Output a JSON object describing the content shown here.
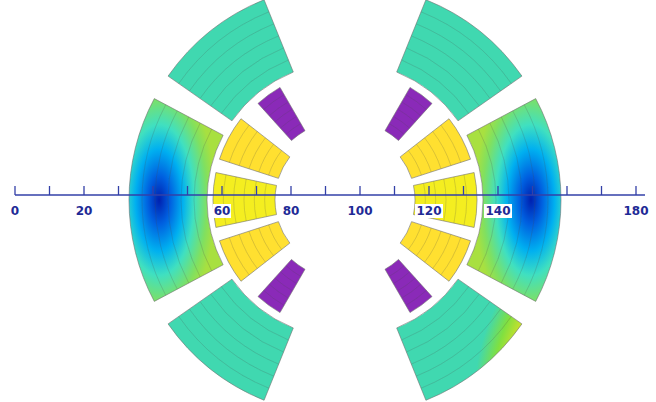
{
  "diagram": {
    "labels": [
      "0",
      "20",
      "60",
      "80",
      "100",
      "120",
      "140",
      "180"
    ]
  }
}
